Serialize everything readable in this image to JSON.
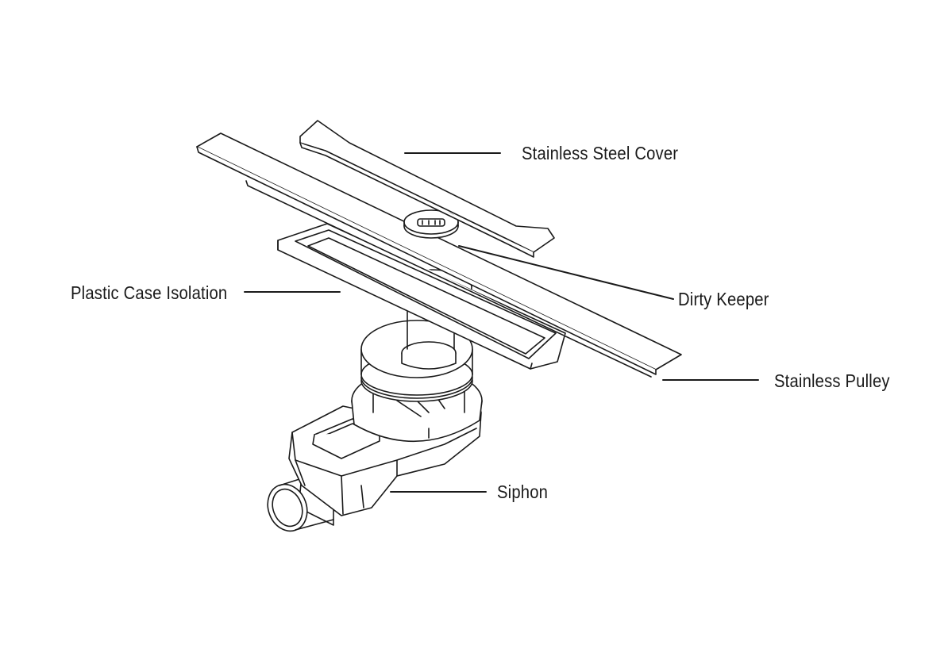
{
  "labels": {
    "stainless_steel_cover": "Stainless Steel Cover",
    "dirty_keeper": "Dirty Keeper",
    "plastic_case_isolation": "Plastic Case Isolation",
    "stainless_pulley": "Stainless Pulley",
    "siphon": "Siphon"
  },
  "colors": {
    "line": "#1a1a1a",
    "background": "#ffffff"
  }
}
